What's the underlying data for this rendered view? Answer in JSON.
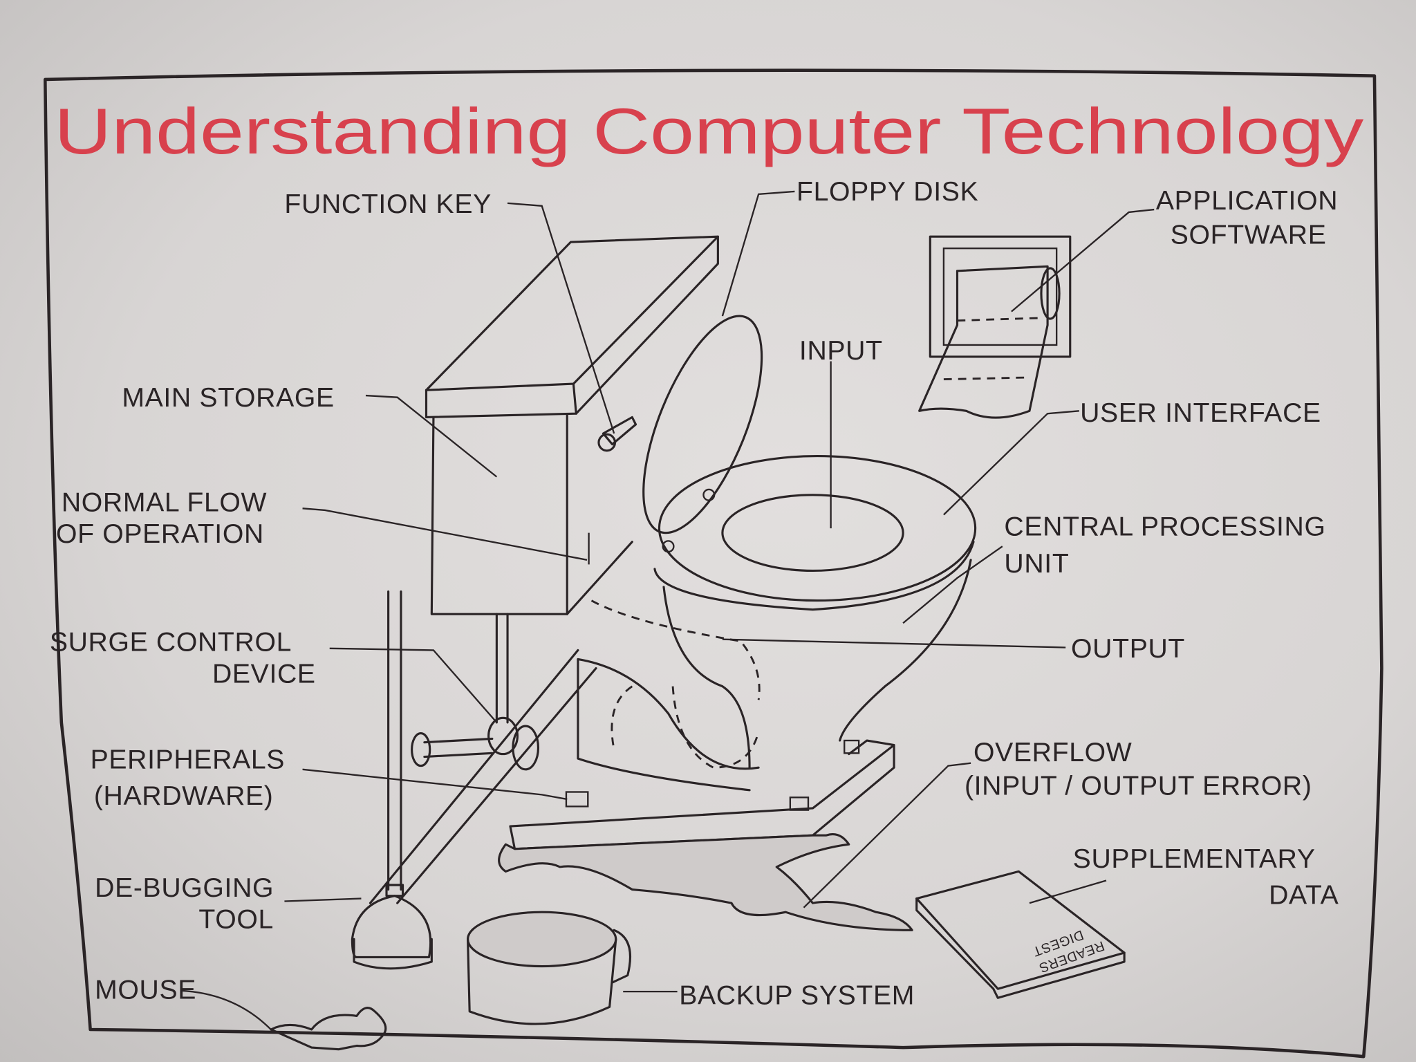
{
  "title": "Understanding Computer Technology",
  "labels": {
    "function_key": "FUNCTION KEY",
    "floppy_disk": "FLOPPY DISK",
    "application_software": [
      "APPLICATION",
      "SOFTWARE"
    ],
    "input": "INPUT",
    "main_storage": "MAIN STORAGE",
    "user_interface": "USER INTERFACE",
    "normal_flow": [
      "NORMAL FLOW",
      "OF OPERATION"
    ],
    "central_processing_unit": [
      "CENTRAL PROCESSING",
      "UNIT"
    ],
    "surge_control_device": [
      "SURGE CONTROL",
      "DEVICE"
    ],
    "output": "OUTPUT",
    "peripherals": [
      "PERIPHERALS",
      "(HARDWARE)"
    ],
    "overflow": [
      "OVERFLOW",
      "(INPUT / OUTPUT ERROR)"
    ],
    "debugging_tool": [
      "DE-BUGGING",
      "TOOL"
    ],
    "supplementary_data": [
      "SUPPLEMENTARY",
      "DATA"
    ],
    "mouse": "MOUSE",
    "backup_system": "BACKUP SYSTEM"
  },
  "book_label": [
    "READERS",
    "DIGEST"
  ],
  "colors": {
    "title": "#d8414d",
    "ink": "#2a2426",
    "shirt": "#dcd9d8"
  }
}
